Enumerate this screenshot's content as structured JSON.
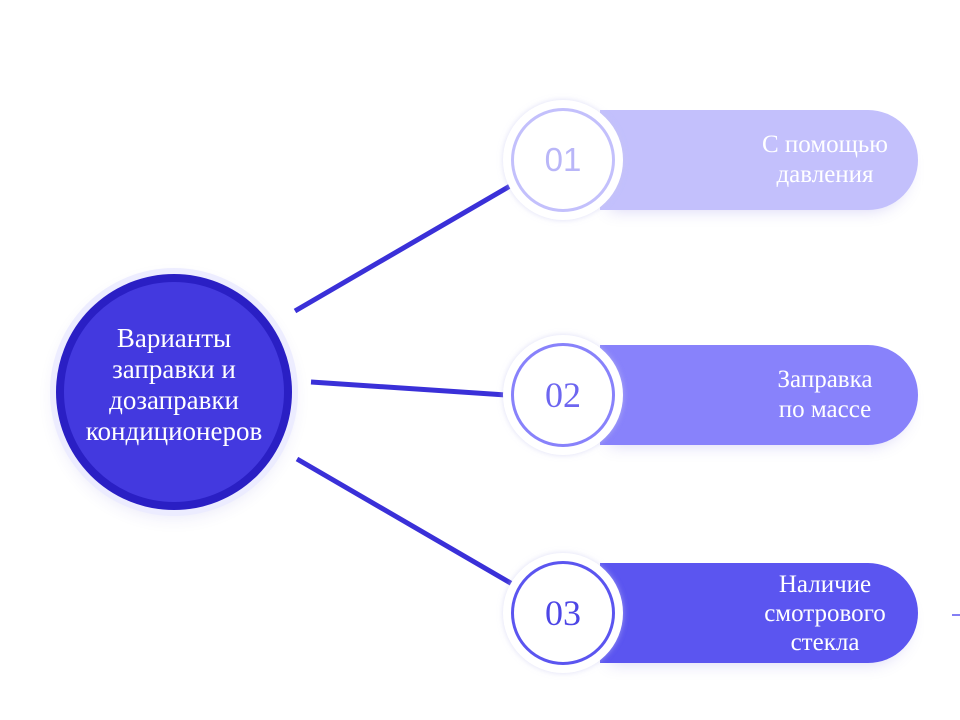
{
  "diagram": {
    "center": {
      "title": "Варианты заправки и дозаправки кондиционеров",
      "color": "#4339df",
      "border_color": "#2a1fc4"
    },
    "connector_color": "#3a30d8",
    "items": [
      {
        "number": "01",
        "lines": [
          "С помощью",
          "давления"
        ],
        "icon": "chart-icon",
        "pill_color": "#c3c0fc",
        "ring_color": "#c3c0fc",
        "number_color": "#b9b6f8"
      },
      {
        "number": "02",
        "lines": [
          "Заправка",
          "по массе"
        ],
        "icon": "weight-cloud-icon",
        "pill_color": "#8882fb",
        "ring_color": "#8882fb",
        "number_color": "#6d66f0"
      },
      {
        "number": "03",
        "lines": [
          "Наличие",
          "смотрового",
          "стекла"
        ],
        "icon": "toolbox-icon",
        "pill_color": "#5b55f0",
        "ring_color": "#5b55f0",
        "number_color": "#4d46e6"
      }
    ]
  }
}
